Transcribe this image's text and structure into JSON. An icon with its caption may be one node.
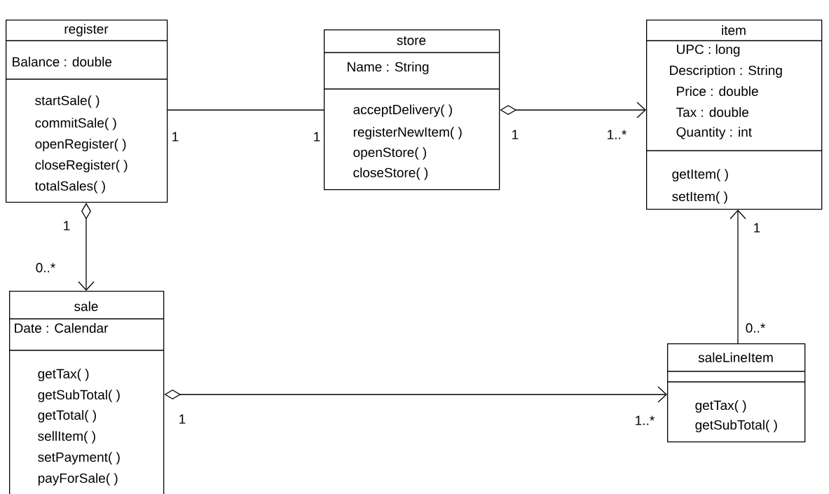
{
  "diagram": {
    "nodes": [
      {
        "text": [
          "register",
          "Balance : double",
          "startSale( )",
          "commitSale( )",
          "openRegister( )",
          "closeRegister( )",
          "totalSales( )"
        ]
      },
      {
        "text": [
          "store",
          "Name : String",
          "acceptDelivery( )",
          "registerNewItem( )",
          "openStore( )",
          "closeStore( )"
        ]
      },
      {
        "text": [
          "item",
          "UPC : long",
          "Description : String",
          "Price : double",
          "Tax : double",
          "Quantity : int",
          "getItem( )",
          "setItem( )"
        ]
      },
      {
        "text": [
          "sale",
          "Date : Calendar",
          "getTax( )",
          "getSubTotal( )",
          "getTotal( )",
          "sellItem( )",
          "setPayment( )",
          "payForSale( )"
        ]
      },
      {
        "text": [
          "saleLineItem",
          "getTax( )",
          "getSubTotal( )"
        ]
      }
    ],
    "edges": [
      {
        "from": 0,
        "to": 1,
        "arrow": "none"
      },
      {
        "from": 1,
        "to": 2,
        "arrow": "to"
      },
      {
        "from": 0,
        "to": 3,
        "arrow": "to"
      },
      {
        "from": 3,
        "to": 4,
        "arrow": "to"
      },
      {
        "from": 4,
        "to": 2,
        "arrow": "to"
      }
    ],
    "labels": [
      "1",
      "1",
      "1",
      "1..*",
      "1",
      "0..*",
      "1",
      "0..*",
      "1",
      "1..*"
    ]
  }
}
